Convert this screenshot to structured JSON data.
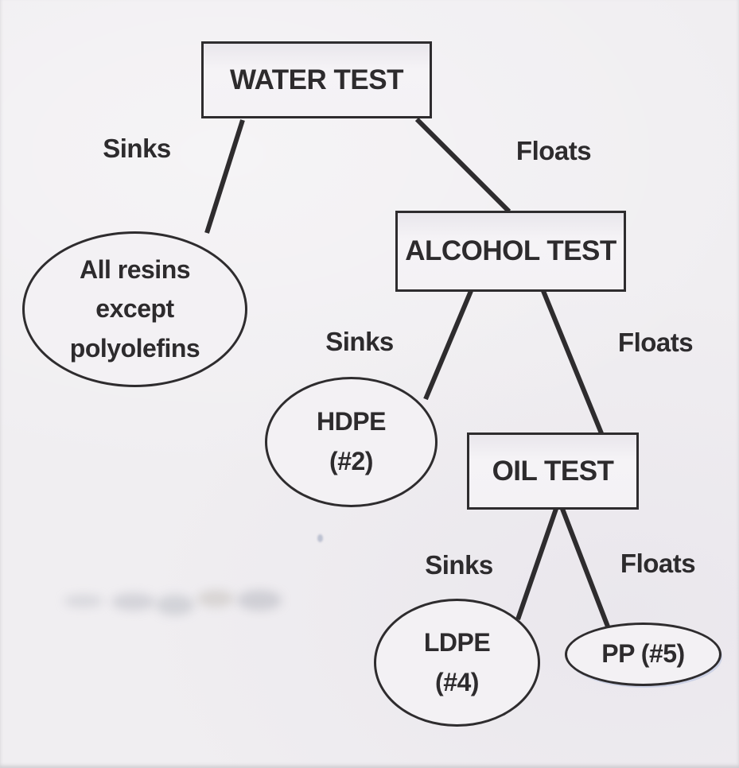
{
  "page": {
    "kind": "scanned plastic-resin identification flowchart",
    "paper_color": "#f0eef1",
    "ink_color": "#2e2c2e"
  },
  "nodes": {
    "water_test": {
      "label": "WATER TEST"
    },
    "alcohol_test": {
      "label": "ALCOHOL TEST"
    },
    "oil_test": {
      "label": "OIL TEST"
    }
  },
  "branches": {
    "water_sinks": {
      "label": "Sinks"
    },
    "water_floats": {
      "label": "Floats"
    },
    "alcohol_sinks": {
      "label": "Sinks"
    },
    "alcohol_floats": {
      "label": "Floats"
    },
    "oil_sinks": {
      "label": "Sinks"
    },
    "oil_floats": {
      "label": "Floats"
    }
  },
  "results": {
    "all_resins": {
      "lines": [
        "All resins",
        "except",
        "polyolefins"
      ]
    },
    "hdpe": {
      "lines": [
        "HDPE",
        "(#2)"
      ]
    },
    "ldpe": {
      "lines": [
        "LDPE",
        "(#4)"
      ]
    },
    "pp": {
      "lines": [
        "PP (#5)"
      ]
    }
  }
}
